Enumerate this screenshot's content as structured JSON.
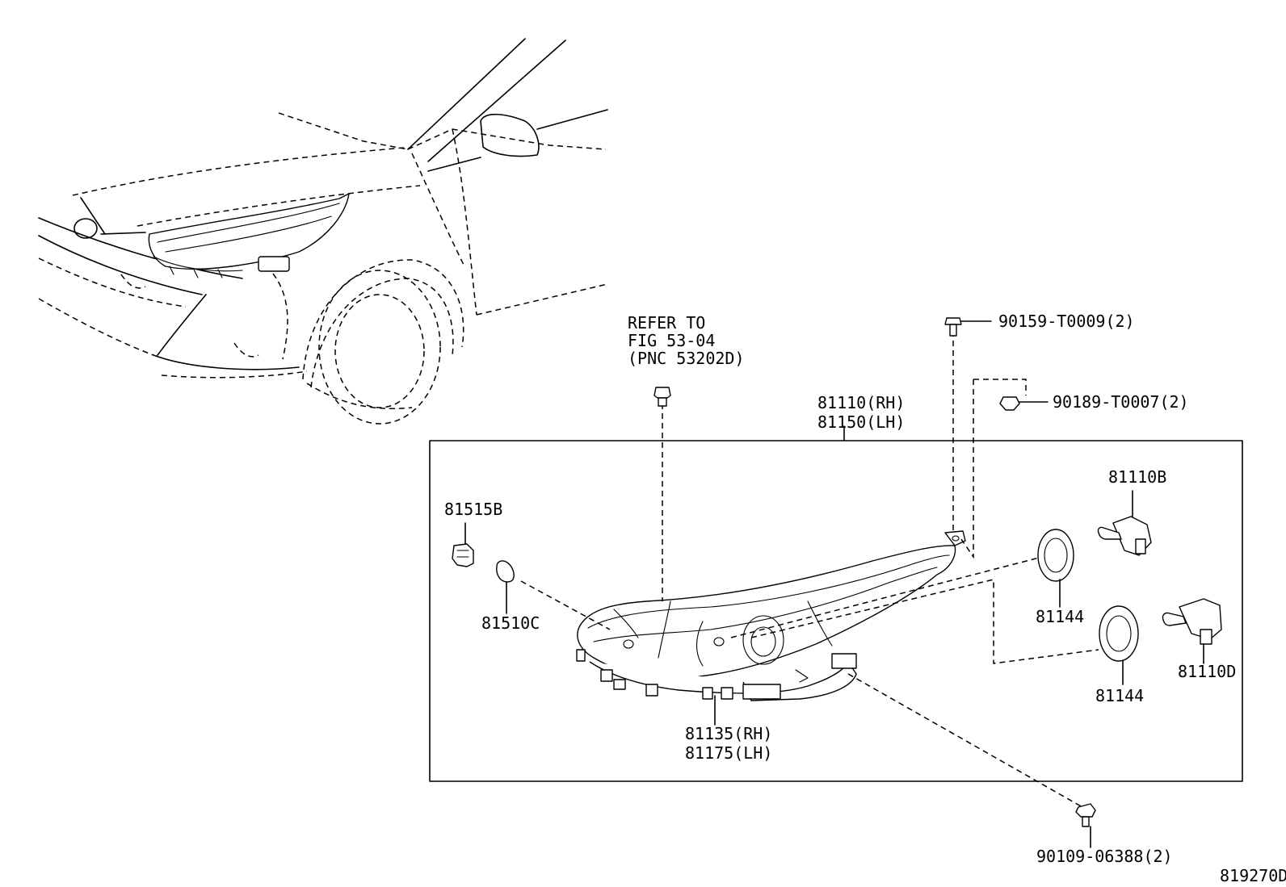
{
  "callouts": {
    "refer_line1": "REFER TO",
    "refer_line2": "FIG 53-04",
    "refer_line3": "(PNC 53202D)",
    "bolt_top": "90159-T0009(2)",
    "clip_top": "90189-T0007(2)",
    "headlamp_rh": "81110(RH)",
    "headlamp_lh": "81150(LH)",
    "bulb_high": "81110B",
    "socket_side": "81515B",
    "bulb_side": "81510C",
    "cover_1": "81144",
    "cover_2": "81144",
    "bulb_low": "81110D",
    "housing_rh": "81135(RH)",
    "housing_lh": "81175(LH)",
    "bolt_bottom": "90109-06388(2)",
    "figure_id": "819270D"
  }
}
